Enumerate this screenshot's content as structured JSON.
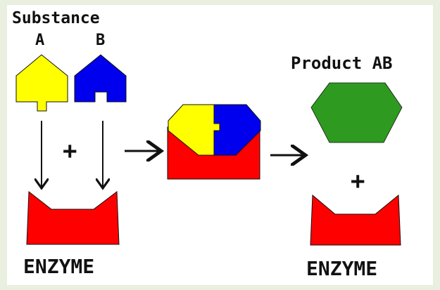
{
  "labels": {
    "substance": "Substance",
    "a": "A",
    "b": "B",
    "product": "Product AB",
    "plus_1": "+",
    "plus_2": "+",
    "enzyme_left": "ENZYME",
    "enzyme_right": "ENZYME"
  },
  "colors": {
    "substance_a": "#ffff00",
    "substance_b": "#0000ee",
    "enzyme": "#ff0000",
    "product": "#2e9a20",
    "outline": "#111111",
    "background": "#e9f0df",
    "panel": "#ffffff"
  }
}
